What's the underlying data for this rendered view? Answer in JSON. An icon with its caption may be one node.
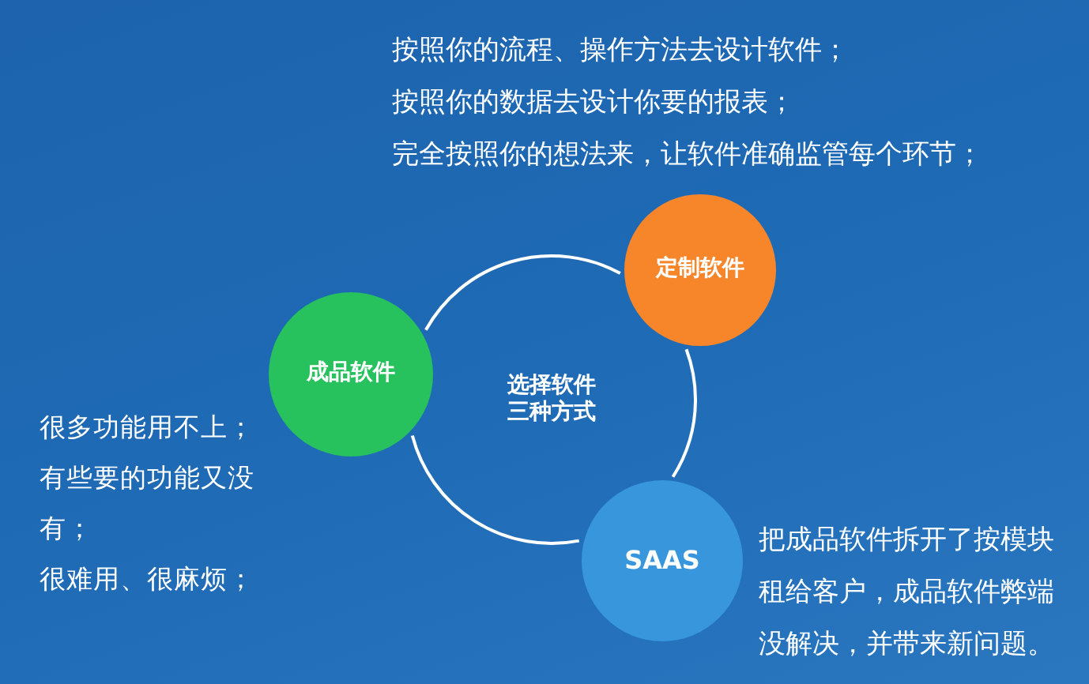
{
  "diagram": {
    "nodes": [
      {
        "text": [
          "定制软件"
        ],
        "beside": [
          "按照你的流程、操作方法去设计软件；",
          "按照你的数据去设计你要的报表；",
          "完全按照你的想法来，让软件准确监管每个环节；"
        ]
      },
      {
        "text": [
          "成品软件"
        ],
        "beside": [
          "很多功能用不上；",
          "有些要的功能又没有；",
          "很难用、很麻烦；"
        ]
      },
      {
        "text": [
          "选择软件三种方式"
        ]
      },
      {
        "text": [
          "SAAS"
        ],
        "beside": [
          "把成品软件拆开了按模块租给客户，成品软件弊端没解决，并带来新问题。"
        ]
      }
    ]
  }
}
